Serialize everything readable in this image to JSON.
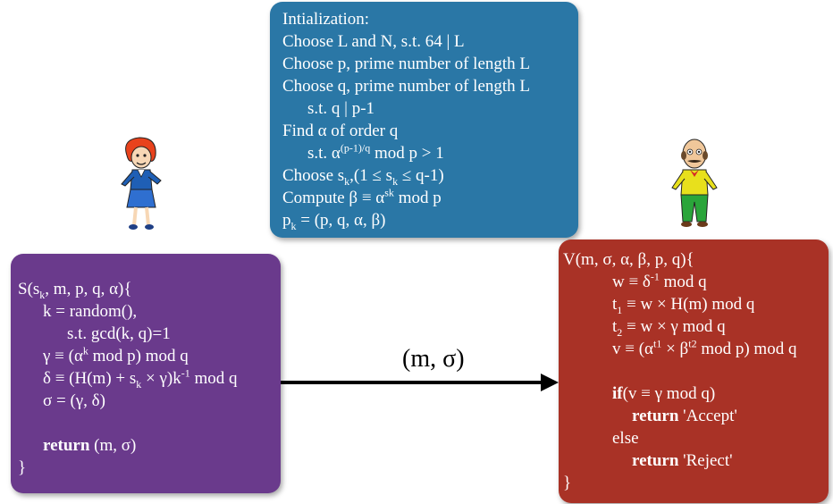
{
  "init": {
    "l1": "Intialization:",
    "l2": "Choose L and N, s.t. 64 | L",
    "l3": "Choose p, prime number of length L",
    "l4": "Choose q, prime number of length L",
    "l5": "s.t. q | p-1",
    "l6": "Find α of order q",
    "l7a": "s.t. α",
    "l7sup": "(p-1)/q",
    "l7b": " mod p > 1",
    "l8a": "Choose s",
    "l8sub": "k",
    "l8b": ",(1 ≤ s",
    "l8sub2": "k",
    "l8c": " ≤ q-1)",
    "l9a": "Compute β ≡ α",
    "l9sup": "sk",
    "l9b": " mod p",
    "l10a": "p",
    "l10sub": "k",
    "l10b": " = (p, q, α, β)"
  },
  "sign": {
    "l1a": "S(s",
    "l1sub": "k",
    "l1b": ", m, p, q, α){",
    "l2": "k = random(),",
    "l3": "s.t. gcd(k, q)=1",
    "l4a": "γ ≡ (α",
    "l4sup": "k",
    "l4b": " mod p) mod q",
    "l5a": "δ ≡ (H(m) + s",
    "l5sub": "k",
    "l5b": " × γ)k",
    "l5sup": "-1",
    "l5c": " mod q",
    "l6": "σ = (γ, δ)",
    "l8kw": "return",
    "l8b": " (m, σ)",
    "l9": "}"
  },
  "arrow": {
    "label": "(m, σ)"
  },
  "verify": {
    "l1": "V(m, σ, α, β, p, q){",
    "l2a": "w ≡ δ",
    "l2sup": "-1",
    "l2b": " mod q",
    "l3a": "t",
    "l3sub": "1",
    "l3b": " ≡ w × H(m) mod q",
    "l4a": "t",
    "l4sub": "2",
    "l4b": " ≡ w × γ mod q",
    "l5a": "v ≡ (α",
    "l5sup": "t1",
    "l5b": " × β",
    "l5sup2": "t2",
    "l5c": " mod p) mod q",
    "l7kw": "if",
    "l7b": "(v ≡ γ mod q)",
    "l8kw": "return",
    "l8b": " 'Accept'",
    "l9": "else",
    "l10kw": "return",
    "l10b": " 'Reject'",
    "l11": "}"
  },
  "colors": {
    "init_bg": "#2a77a6",
    "sign_bg": "#6a3a8c",
    "verify_bg": "#a93226"
  }
}
